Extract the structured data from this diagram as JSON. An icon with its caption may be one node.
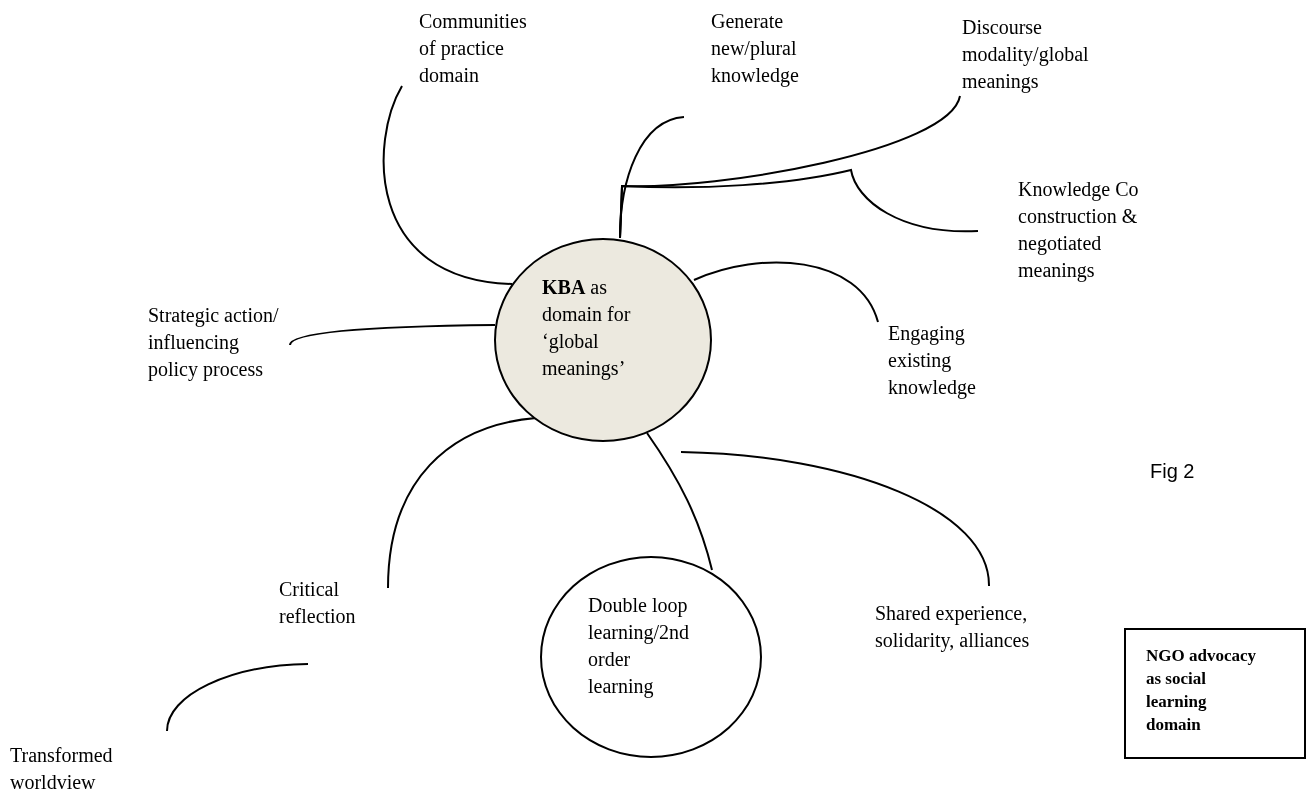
{
  "diagram": {
    "nodes": [
      {
        "text": [
          "Communities of practice domain"
        ]
      },
      {
        "text": [
          "Generate new/plural knowledge"
        ]
      },
      {
        "text": [
          "Discourse modality/global meanings"
        ]
      },
      {
        "text": [
          "Knowledge Co construction & negotiated meanings"
        ]
      },
      {
        "text": [
          "Strategic action/ influencing policy process"
        ]
      },
      {
        "text": [
          "**KBA** as domain for ‘global meanings’"
        ]
      },
      {
        "text": [
          "Engaging existing knowledge"
        ]
      },
      {
        "text": [
          "Critical reflection"
        ]
      },
      {
        "text": [
          "Double loop learning/2nd order learning"
        ]
      },
      {
        "text": [
          "Shared experience, solidarity, alliances"
        ]
      },
      {
        "text": [
          "NGO advocacy as social learning domain"
        ]
      },
      {
        "text": [
          "Transformed worldview"
        ]
      }
    ],
    "edges": [
      {
        "from": 5,
        "to": 0,
        "arrow": "none"
      },
      {
        "from": 5,
        "to": 1,
        "arrow": "none"
      },
      {
        "from": 5,
        "to": 2,
        "arrow": "none"
      },
      {
        "from": 5,
        "to": 3,
        "arrow": "none"
      },
      {
        "from": 5,
        "to": 6,
        "arrow": "none"
      },
      {
        "from": 5,
        "to": 4,
        "arrow": "none"
      },
      {
        "from": 5,
        "to": 7,
        "arrow": "none"
      },
      {
        "from": 5,
        "to": 8,
        "arrow": "none"
      },
      {
        "from": 5,
        "to": 9,
        "arrow": "none"
      },
      {
        "from": 7,
        "to": 11,
        "arrow": "none"
      }
    ],
    "labels": [
      "Fig 2"
    ]
  }
}
